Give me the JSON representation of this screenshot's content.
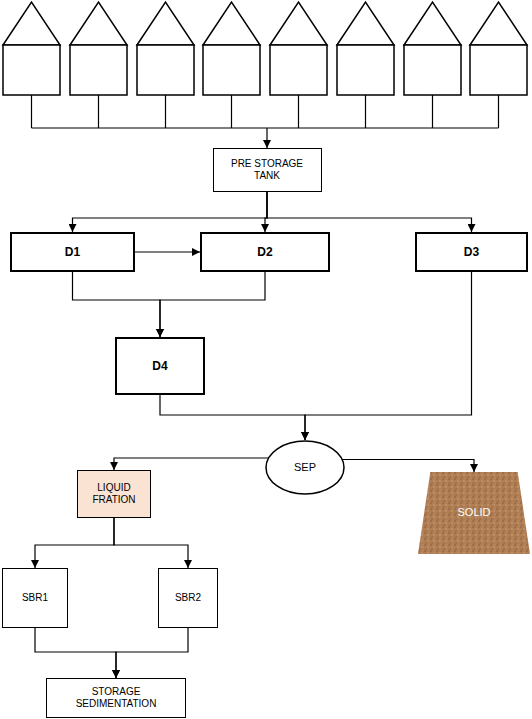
{
  "diagram": {
    "nodes": [
      {
        "text": [
          "PRE STORAGE TANK"
        ]
      },
      {
        "text": [
          "D1"
        ]
      },
      {
        "text": [
          "D2"
        ]
      },
      {
        "text": [
          "D3"
        ]
      },
      {
        "text": [
          "D4"
        ]
      },
      {
        "text": [
          "SEP"
        ]
      },
      {
        "text": [
          "LIQUID FRATION"
        ]
      },
      {
        "text": [
          "SOLID"
        ]
      },
      {
        "text": [
          "SBR1"
        ]
      },
      {
        "text": [
          "SBR2"
        ]
      },
      {
        "text": [
          "STORAGE SEDIMENTATION"
        ]
      }
    ],
    "edges": [
      {
        "from": 0,
        "to": 1,
        "arrow": "to"
      },
      {
        "from": 0,
        "to": 2,
        "arrow": "to"
      },
      {
        "from": 0,
        "to": 3,
        "arrow": "to"
      },
      {
        "from": 1,
        "to": 2,
        "arrow": "to"
      },
      {
        "from": 1,
        "to": 4,
        "arrow": "to"
      },
      {
        "from": 2,
        "to": 4,
        "arrow": "to"
      },
      {
        "from": 4,
        "to": 5,
        "arrow": "to"
      },
      {
        "from": 3,
        "to": 5,
        "arrow": "to"
      },
      {
        "from": 5,
        "to": 6,
        "arrow": "to"
      },
      {
        "from": 5,
        "to": 7,
        "arrow": "to"
      },
      {
        "from": 6,
        "to": 8,
        "arrow": "to"
      },
      {
        "from": 6,
        "to": 9,
        "arrow": "to"
      },
      {
        "from": 8,
        "to": 10,
        "arrow": "to"
      },
      {
        "from": 9,
        "to": 10,
        "arrow": "to"
      }
    ]
  }
}
